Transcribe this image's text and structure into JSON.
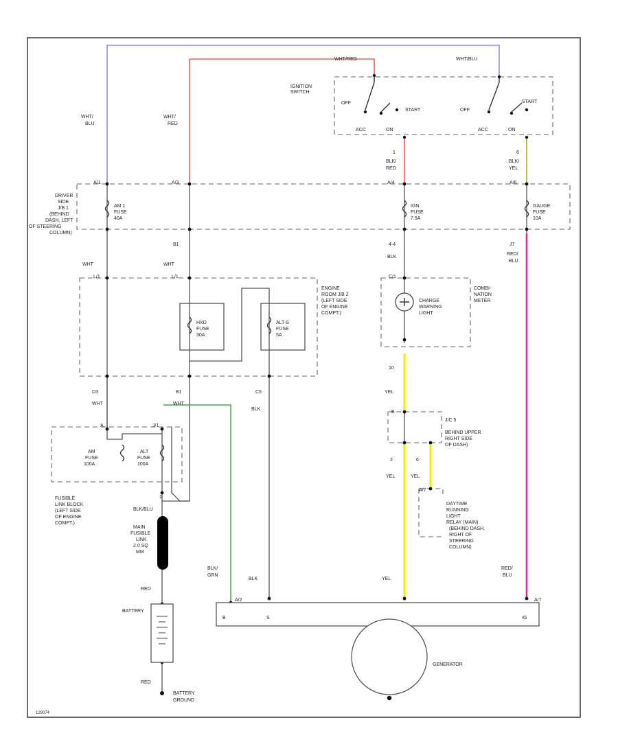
{
  "labels": {
    "sw_top_left": "WHT/RED",
    "sw_top_right": "WHT/BLU",
    "ignition_switch": [
      "IGNITION",
      "SWITCH"
    ],
    "sw_off_left": "OFF",
    "sw_start_left": "START",
    "sw_off_right": "OFF",
    "sw_start_right": "START",
    "sw_acc_left": "ACC",
    "sw_on_left": "ON",
    "sw_acc_right": "ACC",
    "sw_on_right": "ON",
    "wire_wht_blu": [
      "WHT/",
      "BLU"
    ],
    "wire_wht_red": [
      "WHT/",
      "RED"
    ],
    "wire_blk_red": [
      "BLK/",
      "RED"
    ],
    "wire_blk_yel": [
      "BLK/",
      "YEL"
    ],
    "conn_a": "A/1",
    "conn_b": "A/3",
    "conn_c": "A/4",
    "conn_d": "A/6",
    "conn_e_num": "1",
    "conn_f_num": "6",
    "driver_block": [
      "DRIVER",
      "SIDE",
      "J/B 1",
      "(BEHIND",
      "DASH, LEFT",
      "OF STEERING",
      "COLUMN)"
    ],
    "am1_fuse": [
      "AM 1",
      "FUSE",
      "40A"
    ],
    "ign_fuse": [
      "IGN",
      "FUSE",
      "7.5A"
    ],
    "gauge_fuse": [
      "GAUGE",
      "FUSE",
      "10A"
    ],
    "b1": "B1",
    "c4": "4-4",
    "j7": "J7",
    "wht_left": "WHT",
    "wht_mid": "WHT",
    "blk_mid": "BLK",
    "red_blu_top": [
      "RED/",
      "BLU"
    ],
    "conn_l1": "L/1",
    "conn_l2": "L/1",
    "conn_c1": "C/1",
    "engine_block": [
      "ENGINE",
      "ROOM J/B 2",
      "(LEFT SIDE",
      "OF ENGINE",
      "COMPT.)"
    ],
    "hxd_fuse": [
      "HXD",
      "FUSE",
      "30A"
    ],
    "altsfuse": [
      "ALT-S",
      "FUSE",
      "5A"
    ],
    "charge_light": [
      "CHARGE",
      "WARNING",
      "LIGHT"
    ],
    "combination_meter": [
      "COMBI-",
      "NATION",
      "METER"
    ],
    "c10_num": "10",
    "yel_1": "YEL",
    "d3": "D3",
    "e1": "B1",
    "c5": "C5",
    "wht_d3": "WHT",
    "wht_e1": "WHT",
    "blk_c5": "BLK",
    "conn_jc": "J/C 5",
    "behind_upper": [
      "BEHIND UPPER",
      "RIGHT SIDE",
      "OF DASH)"
    ],
    "conn_b4": "B",
    "fl_conn_a": "A",
    "fl_conn_b": "J/1",
    "amp_fuse": [
      "AM",
      "FUSE",
      "100A"
    ],
    "alt_fuse": [
      "ALT",
      "FUSE",
      "100A"
    ],
    "fusible_block": [
      "FUSIBLE",
      "LINK BLOCK",
      "(LEFT SIDE",
      "OF ENGINE",
      "COMPT.)"
    ],
    "num_2a": "2",
    "num_2b": "6",
    "yel_2": "YEL",
    "yel_3": "YEL",
    "num_1": "1",
    "blk_blu": "BLK/BLU",
    "main_fusible": [
      "MAIN",
      "FUSIBLE",
      "LINK",
      "2.0 SQ",
      "MM"
    ],
    "drl_relay": [
      "DAYTIME",
      "RUNNING",
      "LIGHT",
      "RELAY (MAIN)",
      "(BEHIND DASH,",
      "RIGHT OF",
      "STEERING",
      "COLUMN)"
    ],
    "conn_b7": "A/7",
    "blk_grn": [
      "BLK/",
      "GRN"
    ],
    "blk_bot": "BLK",
    "yel_bot": "YEL",
    "red_blu_bot": [
      "RED/",
      "BLU"
    ],
    "red_batt": "RED",
    "battery": "BATTERY",
    "red_bottom": "RED",
    "battery_ground": [
      "BATTERY",
      "GROUND"
    ],
    "gen_conn_a": "A/2",
    "gen_conn_b": "A/7",
    "gen_b": "B",
    "gen_s": "S",
    "gen_ig": "IG",
    "generator": "GENERATOR",
    "footer_code": "129074"
  },
  "colors": {
    "wht_blu": "#8a8aff",
    "wht_red": "#ff5a5a",
    "blk_grn": "#3cb43c",
    "yel": "#f2f200",
    "red_blu": "#e0279b",
    "blk_yel": "#b6b830"
  }
}
